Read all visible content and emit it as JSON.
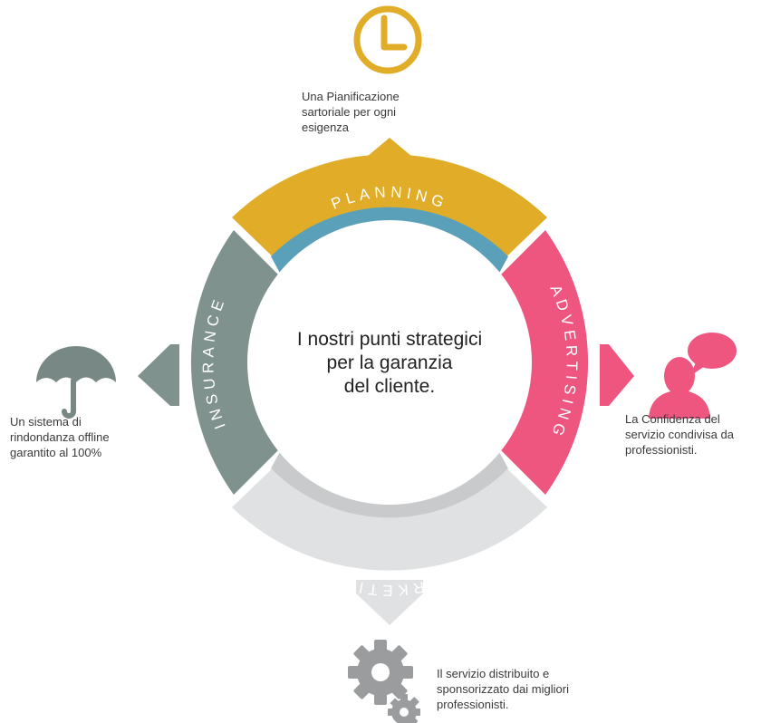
{
  "center": {
    "lines": [
      "I nostri punti strategici",
      "per la garanzia",
      "del cliente."
    ]
  },
  "segments": {
    "planning": {
      "label": "PLANNING",
      "caption": [
        "Una Pianificazione",
        "sartoriale per ogni",
        "esigenza"
      ]
    },
    "advertising": {
      "label": "ADVERTISING",
      "caption": [
        "La Confidenza del",
        "servizio condivisa da",
        "professionisti."
      ]
    },
    "marketing": {
      "label": "MARKETING",
      "caption": [
        "Il servizio distribuito e",
        "sponsorizzato dai migliori",
        "professionisti."
      ]
    },
    "insurance": {
      "label": "INSURANCE",
      "caption": [
        "Un sistema di",
        "rindondanza offline",
        "garantito al 100%"
      ]
    }
  },
  "icons": {
    "planning": "clock-icon",
    "advertising": "speech-bubble-icon",
    "marketing": "gears-icon",
    "insurance": "umbrella-icon"
  },
  "colors": {
    "planning": "#E1AD28",
    "planning_inner": "#5BA0B9",
    "advertising": "#EE557F",
    "advertising_inner": "#ED186F",
    "marketing": "#E0E1E2",
    "marketing_inner": "#C9CACB",
    "insurance": "#7F928E",
    "insurance_inner": "#64786F",
    "icon_gray": "#9A9C9E",
    "icon_umbrella": "#788985"
  }
}
